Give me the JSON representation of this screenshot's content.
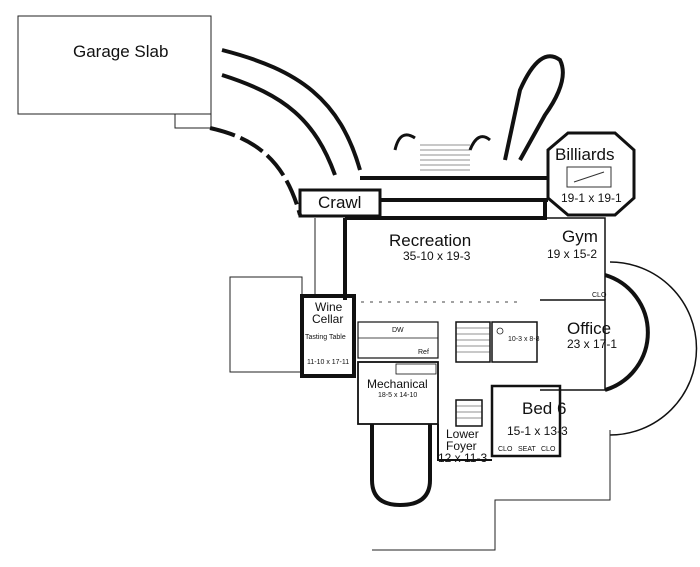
{
  "labels": {
    "garage_slab": "Garage Slab",
    "crawl": "Crawl",
    "billiards": "Billiards",
    "billiards_dim": "19-1 x 19-1",
    "recreation": "Recreation",
    "recreation_dim": "35-10 x 19-3",
    "gym": "Gym",
    "gym_dim": "19 x 15-2",
    "wine": "Wine",
    "cellar": "Cellar",
    "tasting_table": "Tasting Table",
    "wine_dim": "11-10 x 17-11",
    "dw": "DW",
    "ref": "Ref",
    "office": "Office",
    "office_dim": "23 x 17-1",
    "mechanical": "Mechanical",
    "mechanical_dim": "18-5 x 14-10",
    "bath_dim": "10-3 x 8-8",
    "bed": "Bed 6",
    "bed_dim": "15-1 x 13-3",
    "lower": "Lower",
    "foyer": "Foyer",
    "foyer_dim": "12 x 11-3",
    "clo1": "CLO",
    "seat": "SEAT",
    "clo2": "CLO",
    "clo3": "CLO"
  }
}
